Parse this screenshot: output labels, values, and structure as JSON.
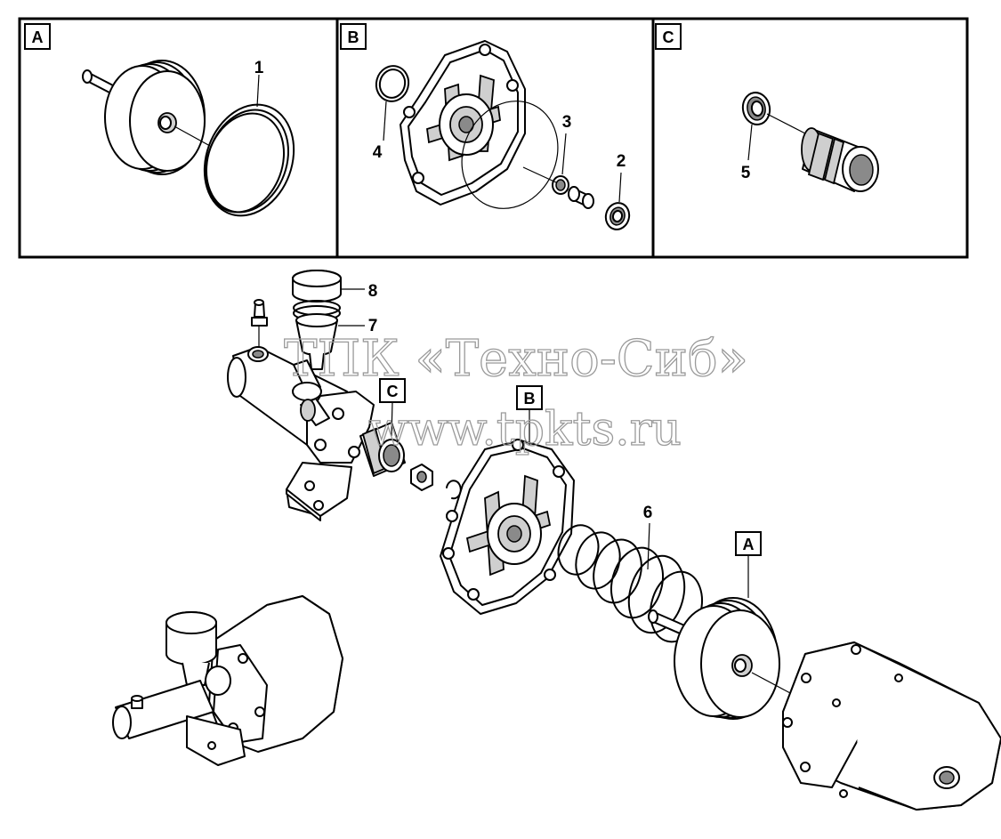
{
  "panels": [
    {
      "letter": "A"
    },
    {
      "letter": "B"
    },
    {
      "letter": "C"
    }
  ],
  "callouts": {
    "a": "A",
    "b": "B",
    "c": "C"
  },
  "part_numbers": {
    "p1": "1",
    "p2": "2",
    "p3": "3",
    "p4": "4",
    "p5": "5",
    "p6": "6",
    "p7": "7",
    "p8": "8"
  },
  "watermark": {
    "company": "ТПК «Техно-Сиб»",
    "url": "www.tpkts.ru"
  }
}
